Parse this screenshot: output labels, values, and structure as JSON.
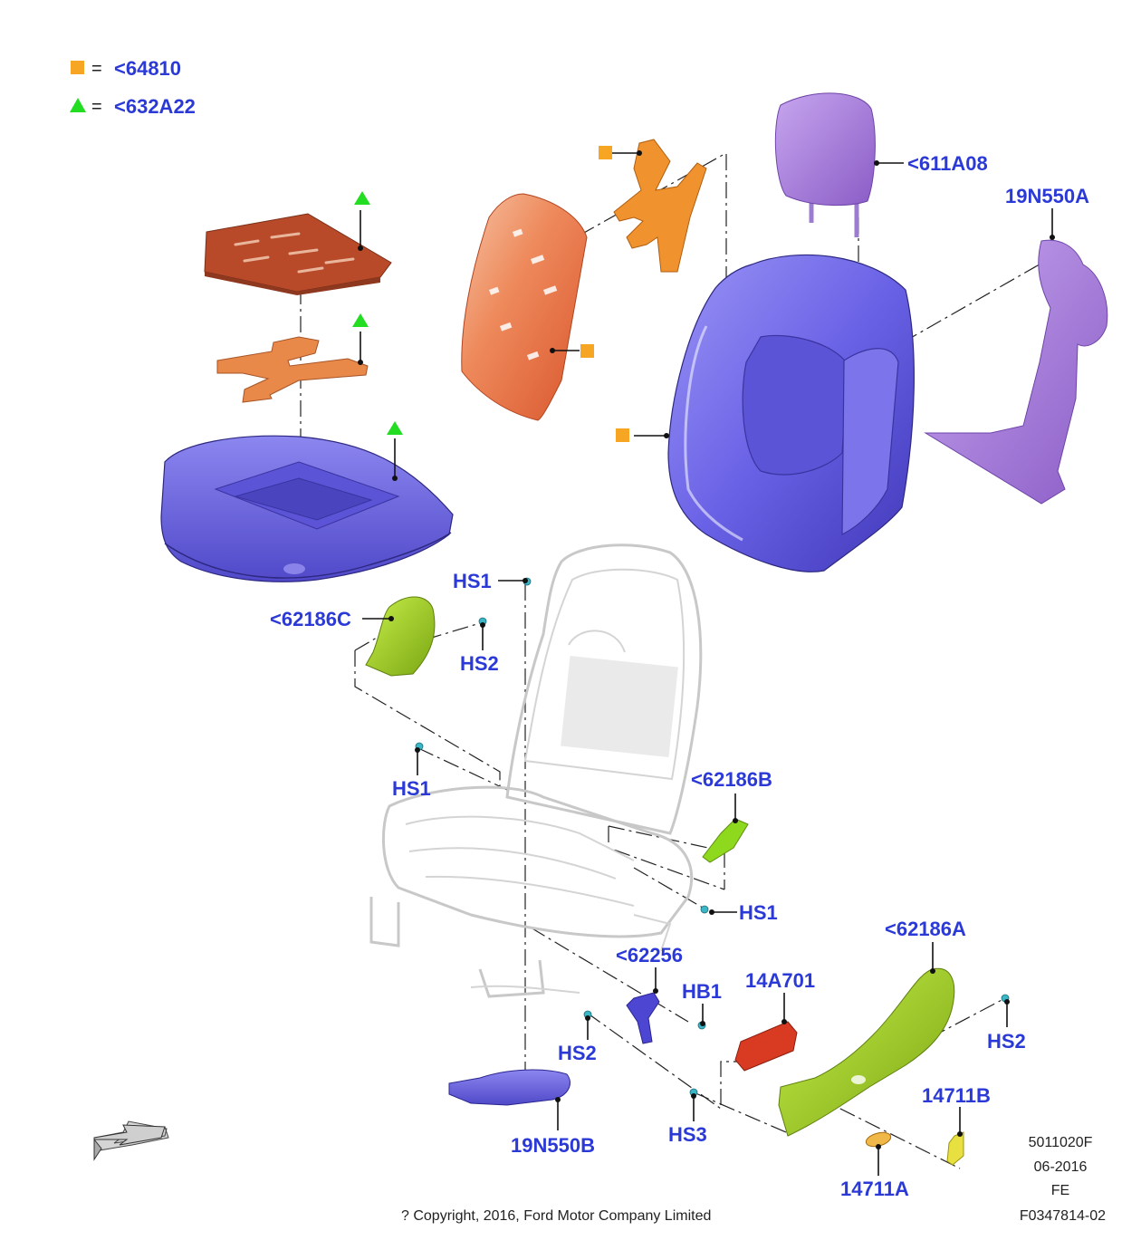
{
  "legend": [
    {
      "symbol": "square",
      "color": "#f6a623",
      "equals": "=",
      "code": "<64810"
    },
    {
      "symbol": "triangle",
      "color": "#22dd22",
      "equals": "=",
      "code": "<632A22"
    }
  ],
  "colors": {
    "label": "#2b3ad6",
    "square_marker": "#f6a623",
    "triangle_marker": "#22dd22",
    "foam_blue": "#6d66e8",
    "pad_orange": "#e8703a",
    "pad_brown": "#b84a2a",
    "trim_green": "#9fd21e",
    "headrest_purple": "#a77bd8",
    "motor_red": "#d83a22",
    "frame_gray": "#cfcfcf"
  },
  "callouts": {
    "headrest": "<611A08",
    "harness_top": "19N550A",
    "hs1_top": "HS1",
    "trim_left": "<62186C",
    "hs2_left": "HS2",
    "hs1_left": "HS1",
    "trim_right_small": "<62186B",
    "hs1_right": "HS1",
    "trim_side_large": "<62186A",
    "hs2_right": "HS2",
    "recliner_handle": "<62256",
    "hb1": "HB1",
    "motor": "14A701",
    "hs2_bottom": "HS2",
    "hs3": "HS3",
    "harness_bottom": "19N550B",
    "switch_b": "14711B",
    "switch_a": "14711A"
  },
  "footer": {
    "copyright": "? Copyright, 2016, Ford Motor Company Limited",
    "doc_code": "5011020F",
    "date": "06-2016",
    "region": "FE",
    "figure_id": "F0347814-02"
  },
  "icons": {
    "direction": "front-arrow-icon",
    "square": "square-marker-icon",
    "triangle": "triangle-marker-icon"
  }
}
